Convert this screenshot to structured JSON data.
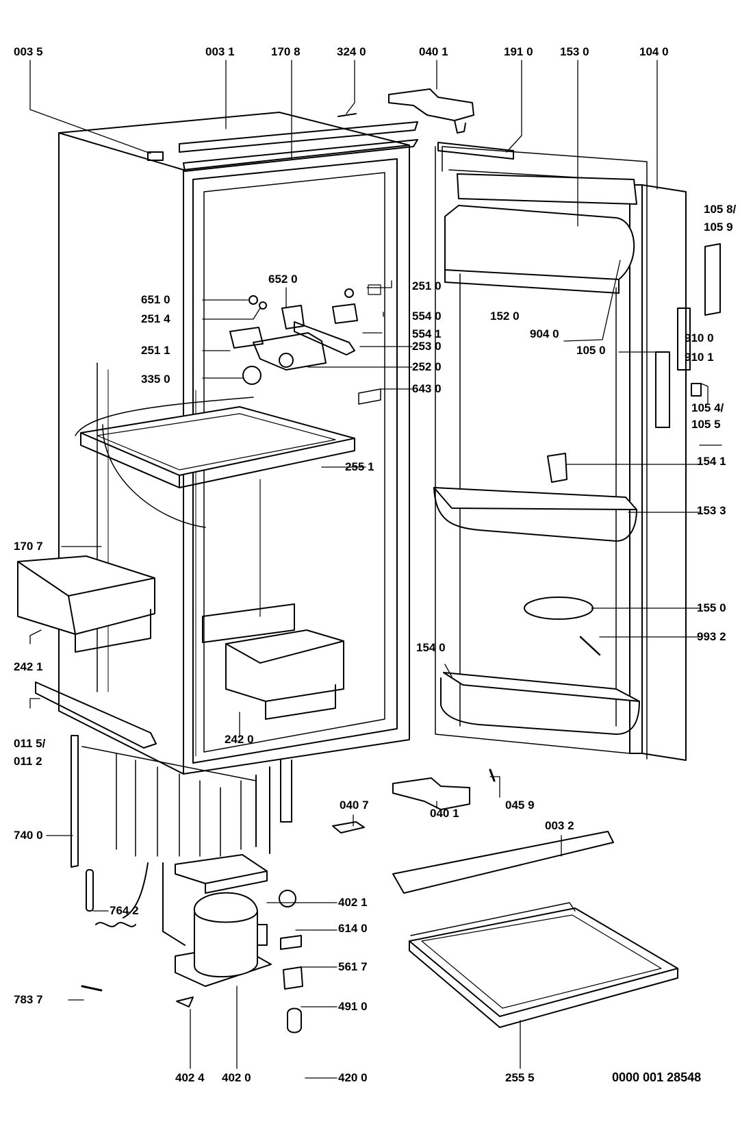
{
  "diagram": {
    "reference_number": "0000 001 28548",
    "labels": {
      "p0035": "003 5",
      "p0031": "003 1",
      "p1708": "170 8",
      "p3240": "324 0",
      "p0401_top": "040 1",
      "p1910": "191 0",
      "p1530": "153 0",
      "p1040": "104 0",
      "p1058": "105 8/",
      "p1059": "105 9",
      "p6510": "651 0",
      "p6520": "652 0",
      "p2510": "251 0",
      "p2514": "251 4",
      "p5540": "554 0",
      "p5541": "554 1",
      "p1520": "152 0",
      "p9040": "904 0",
      "p2511": "251 1",
      "p2530": "253 0",
      "p2520": "252 0",
      "p1050": "105 0",
      "p9100": "910 0",
      "p9101": "910 1",
      "p3350": "335 0",
      "p6430": "643 0",
      "p1054": "105 4/",
      "p1055": "105 5",
      "p2551": "255 1",
      "p1541": "154 1",
      "p1533": "153 3",
      "p1707": "170 7",
      "p1550": "155 0",
      "p9932": "993 2",
      "p2421": "242 1",
      "p1540": "154 0",
      "p0115": "011 5/",
      "p0112": "011 2",
      "p2420": "242 0",
      "p0459": "045 9",
      "p0407": "040 7",
      "p0401_bot": "040 1",
      "p7400": "740 0",
      "p0032": "003 2",
      "p4021": "402 1",
      "p7642": "764 2",
      "p6140": "614 0",
      "p5617": "561 7",
      "p7837": "783 7",
      "p4910": "491 0",
      "p4024": "402 4",
      "p4020": "402 0",
      "p4200": "420 0",
      "p2555": "255 5"
    }
  }
}
